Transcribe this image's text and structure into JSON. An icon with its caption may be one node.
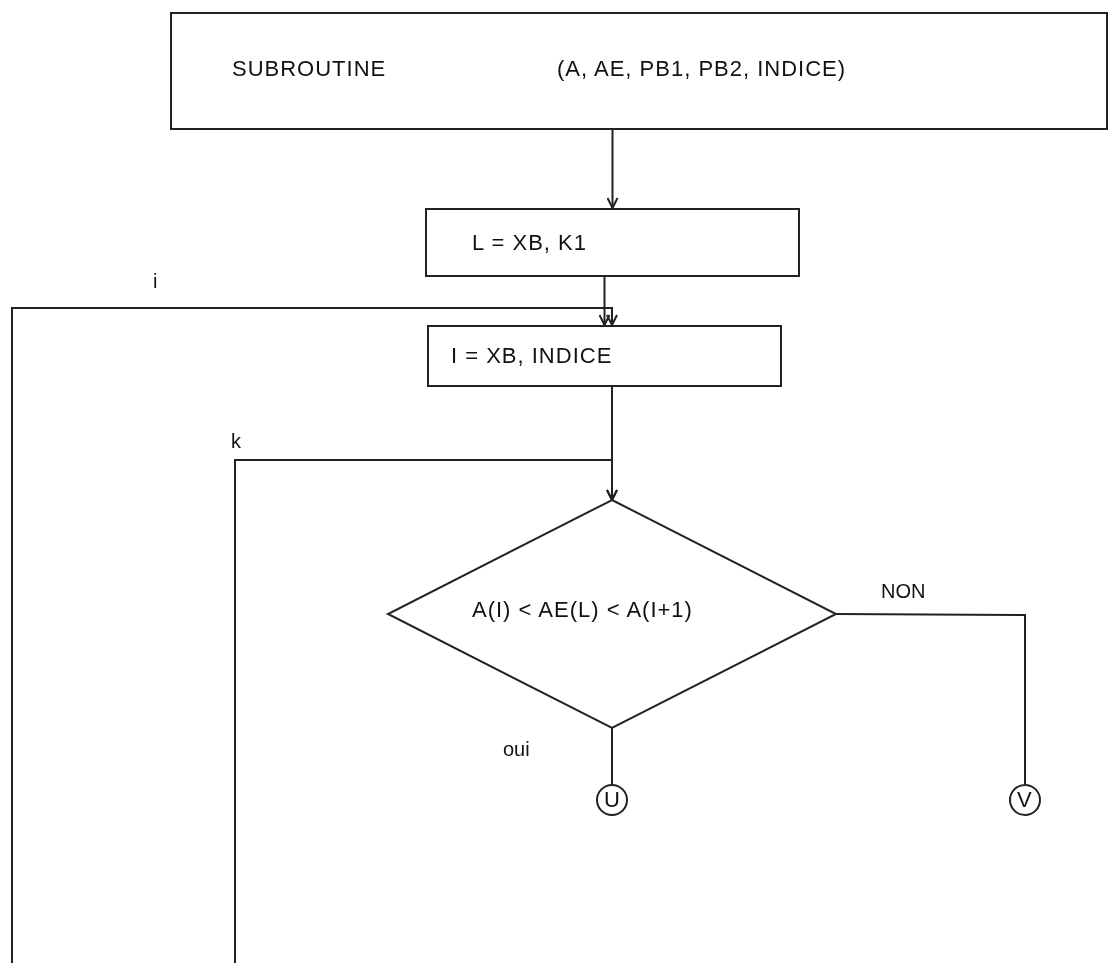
{
  "diagram": {
    "nodes": [
      {
        "text": [
          "SUBROUTINE",
          "(A, AE, PB1, PB2, INDICE)"
        ]
      },
      {
        "text": [
          "L = XB, K1"
        ]
      },
      {
        "text": [
          "I = XB, INDICE"
        ]
      },
      {
        "text": [
          "A(I) < AE(L) < A(I+1)"
        ]
      },
      {
        "text": [
          "U"
        ]
      },
      {
        "text": [
          "V"
        ]
      }
    ],
    "edges": [
      {
        "from": 0,
        "to": 1,
        "arrow": "to"
      },
      {
        "from": 1,
        "to": 2,
        "arrow": "to"
      },
      {
        "from": null,
        "to": 2,
        "arrow": "to",
        "label": "i"
      },
      {
        "from": 2,
        "to": 3,
        "arrow": "to"
      },
      {
        "from": null,
        "to": 3,
        "arrow": "to",
        "label": "k"
      },
      {
        "from": 3,
        "to": 4,
        "arrow": "none",
        "label": "oui"
      },
      {
        "from": 3,
        "to": 5,
        "arrow": "none",
        "label": "NON"
      }
    ]
  }
}
